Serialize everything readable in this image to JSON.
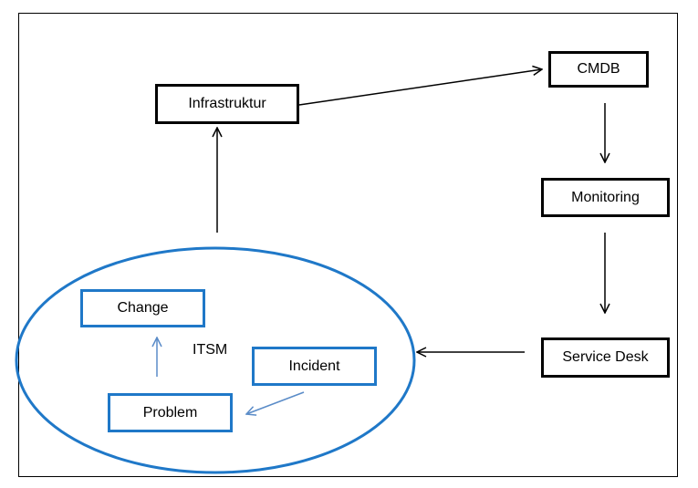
{
  "colors": {
    "line_black": "#000000",
    "accent_blue": "#1f78c8",
    "arrow_blue": "#5b8cc8"
  },
  "nodes": {
    "infrastruktur": "Infrastruktur",
    "cmdb": "CMDB",
    "monitoring": "Monitoring",
    "service_desk": "Service Desk",
    "change": "Change",
    "problem": "Problem",
    "incident": "Incident"
  },
  "group": {
    "label": "ITSM"
  }
}
